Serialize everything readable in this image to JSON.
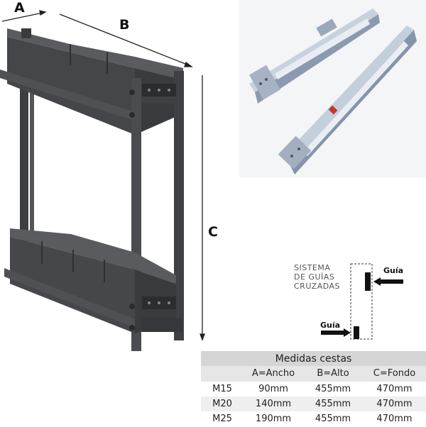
{
  "dimension_labels": {
    "a": "A",
    "b": "B",
    "c": "C"
  },
  "guide_diagram": {
    "title_lines": [
      "SISTEMA",
      "DE GUÍAS",
      "CRUZADAS"
    ],
    "guide_label_top": "Guía",
    "guide_label_bottom": "Guía"
  },
  "table": {
    "title": "Medidas cestas",
    "columns": [
      "",
      "A=Ancho",
      "B=Alto",
      "C=Fondo"
    ],
    "rows": [
      [
        "M15",
        "90mm",
        "455mm",
        "470mm"
      ],
      [
        "M20",
        "140mm",
        "455mm",
        "470mm"
      ],
      [
        "M25",
        "190mm",
        "455mm",
        "470mm"
      ]
    ]
  },
  "colors": {
    "basket": "#4a4b4e",
    "basket_dark": "#35363a",
    "rail": "#b9c4d3",
    "rail_dark": "#7f8da3",
    "table_header": "#d5d5d5"
  }
}
